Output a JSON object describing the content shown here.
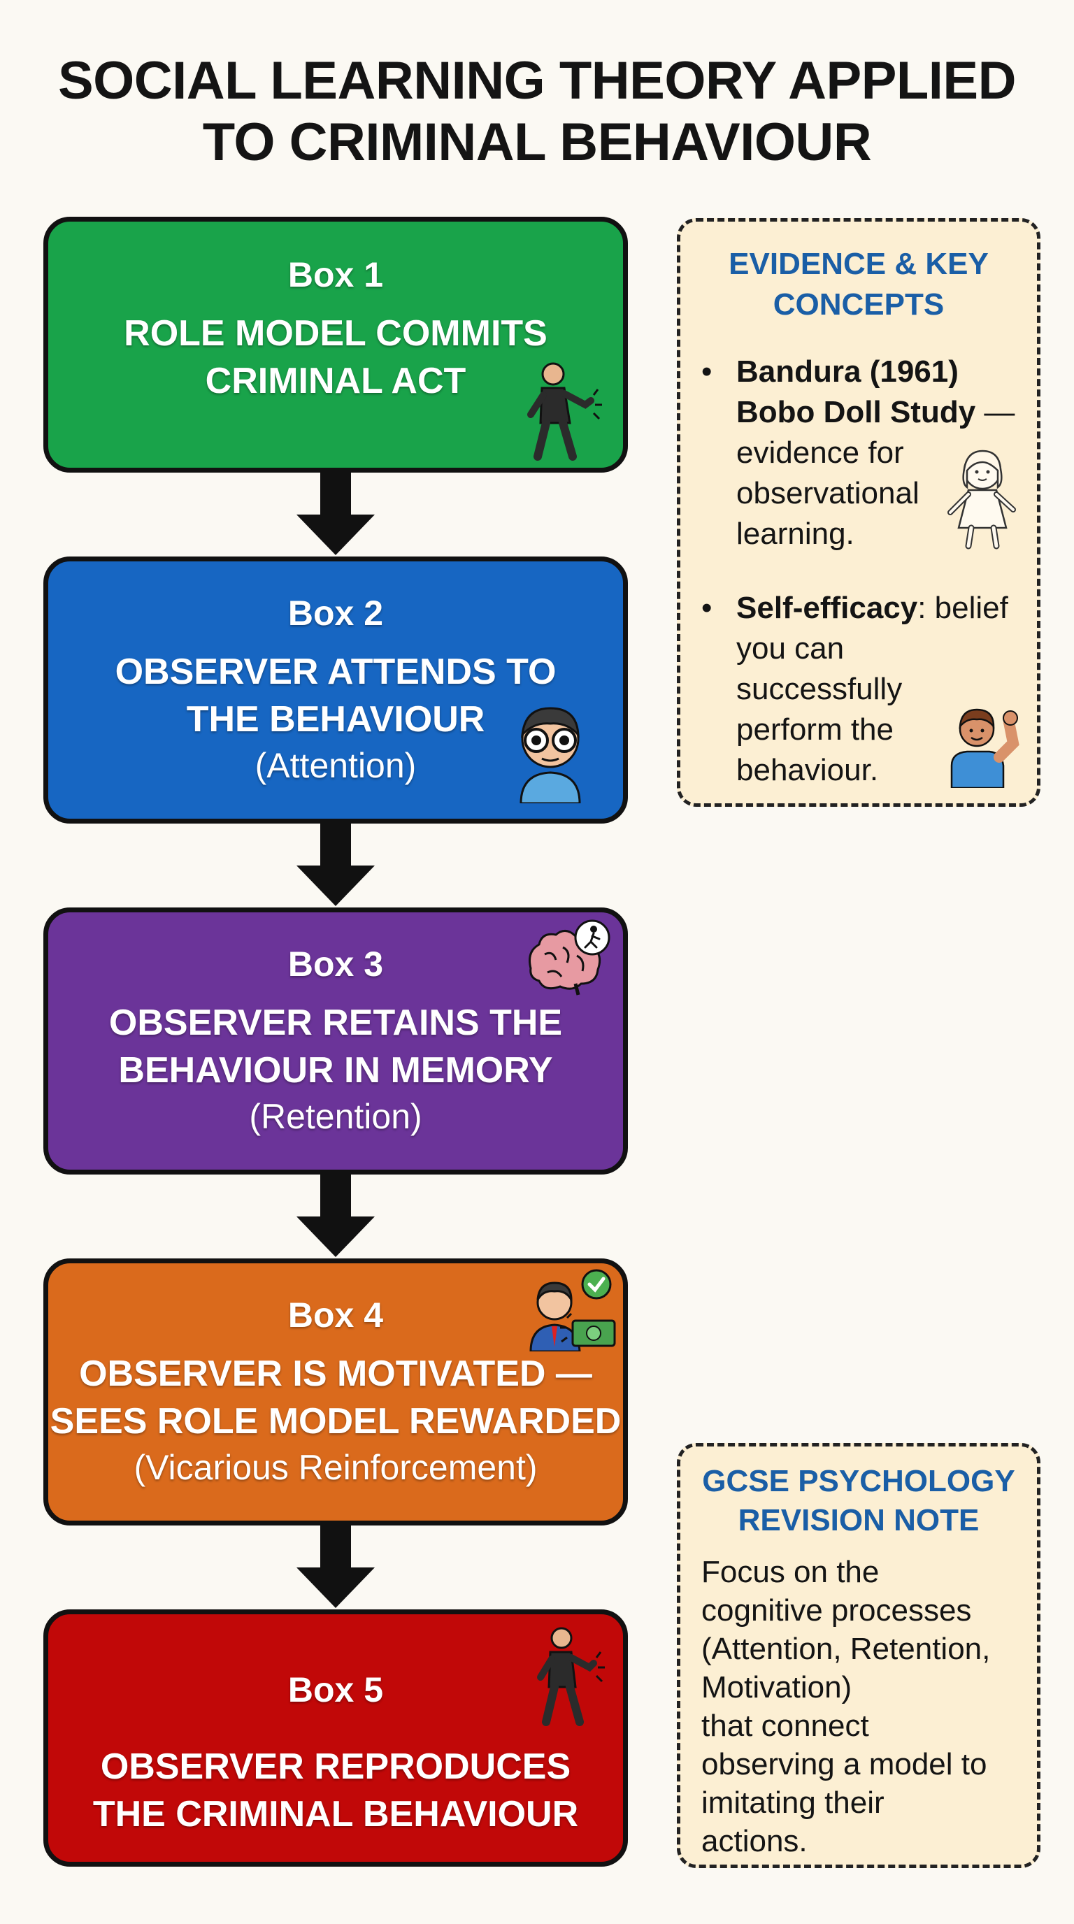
{
  "title": {
    "line1": "SOCIAL LEARNING THEORY APPLIED",
    "line2": "TO CRIMINAL BEHAVIOUR"
  },
  "boxes": [
    {
      "label": "Box 1",
      "lines": [
        "ROLE MODEL COMMITS",
        "CRIMINAL ACT"
      ],
      "sub": "",
      "color": "#19a34a",
      "icon": "criminal-figure-icon"
    },
    {
      "label": "Box 2",
      "lines": [
        "OBSERVER ATTENDS TO",
        "THE BEHAVIOUR"
      ],
      "sub": "(Attention)",
      "color": "#1766c2",
      "icon": "observer-eyes-icon"
    },
    {
      "label": "Box 3",
      "lines": [
        "OBSERVER RETAINS THE",
        "BEHAVIOUR IN MEMORY"
      ],
      "sub": "(Retention)",
      "color": "#6b3499",
      "icon": "brain-memory-icon"
    },
    {
      "label": "Box 4",
      "lines": [
        "OBSERVER IS MOTIVATED —",
        "SEES ROLE MODEL REWARDED"
      ],
      "sub": "(Vicarious Reinforcement)",
      "color": "#da6a1c",
      "icon": "reward-money-icon"
    },
    {
      "label": "Box 5",
      "lines": [
        "OBSERVER REPRODUCES",
        "THE CRIMINAL BEHAVIOUR"
      ],
      "sub": "",
      "color": "#c10808",
      "icon": "criminal-figure-icon"
    }
  ],
  "evidence": {
    "title_lines": [
      "EVIDENCE & KEY",
      "CONCEPTS"
    ],
    "bullet1": {
      "bold1": "Bandura (1961)",
      "bold2": "Bobo Doll Study",
      "rest2": " —",
      "rest_lines": [
        "evidence for",
        "observational",
        "learning."
      ]
    },
    "bullet2": {
      "bold": "Self-efficacy",
      "rest1": ": belief",
      "rest_lines": [
        "you can",
        "successfully",
        "perform the",
        "behaviour."
      ]
    },
    "bullet_char": "•"
  },
  "revision": {
    "title_lines": [
      "GCSE PSYCHOLOGY",
      "REVISION NOTE"
    ],
    "body_lines": [
      "Focus on the",
      "cognitive processes",
      "(Attention, Retention,",
      "Motivation)",
      "that connect",
      "observing a model to",
      "imitating their",
      "actions."
    ]
  }
}
